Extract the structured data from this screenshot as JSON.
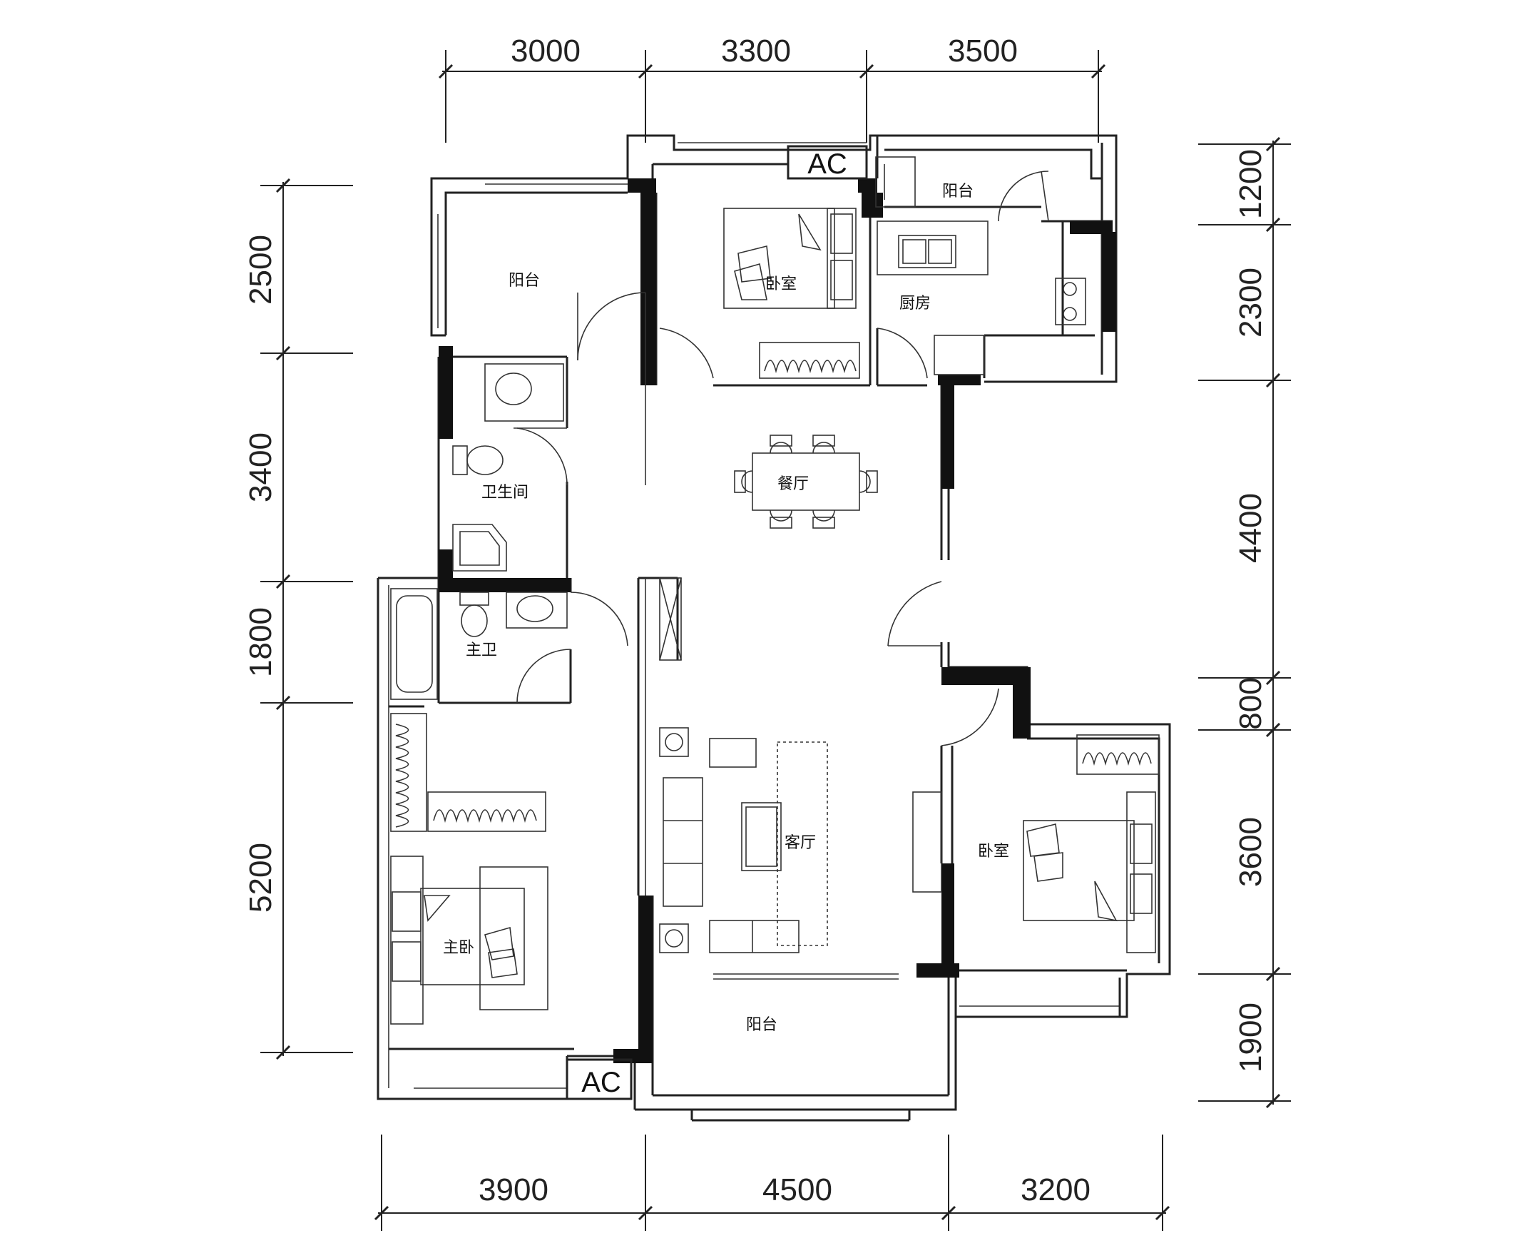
{
  "dimensions": {
    "top": [
      "3000",
      "3300",
      "3500"
    ],
    "bottom": [
      "3900",
      "4500",
      "3200"
    ],
    "left": [
      "2500",
      "3400",
      "1800",
      "5200"
    ],
    "right": [
      "1200",
      "2300",
      "4400",
      "800",
      "3600",
      "1900"
    ]
  },
  "rooms": {
    "balcony_nw": "阳台",
    "bedroom_n": "卧室",
    "balcony_ne": "阳台",
    "kitchen": "厨房",
    "bathroom": "卫生间",
    "dining": "餐厅",
    "master_bath": "主卫",
    "living": "客厅",
    "bedroom_e": "卧室",
    "master_bedroom": "主卧",
    "balcony_s": "阳台"
  },
  "ac_units": {
    "north": "AC",
    "south": "AC"
  }
}
